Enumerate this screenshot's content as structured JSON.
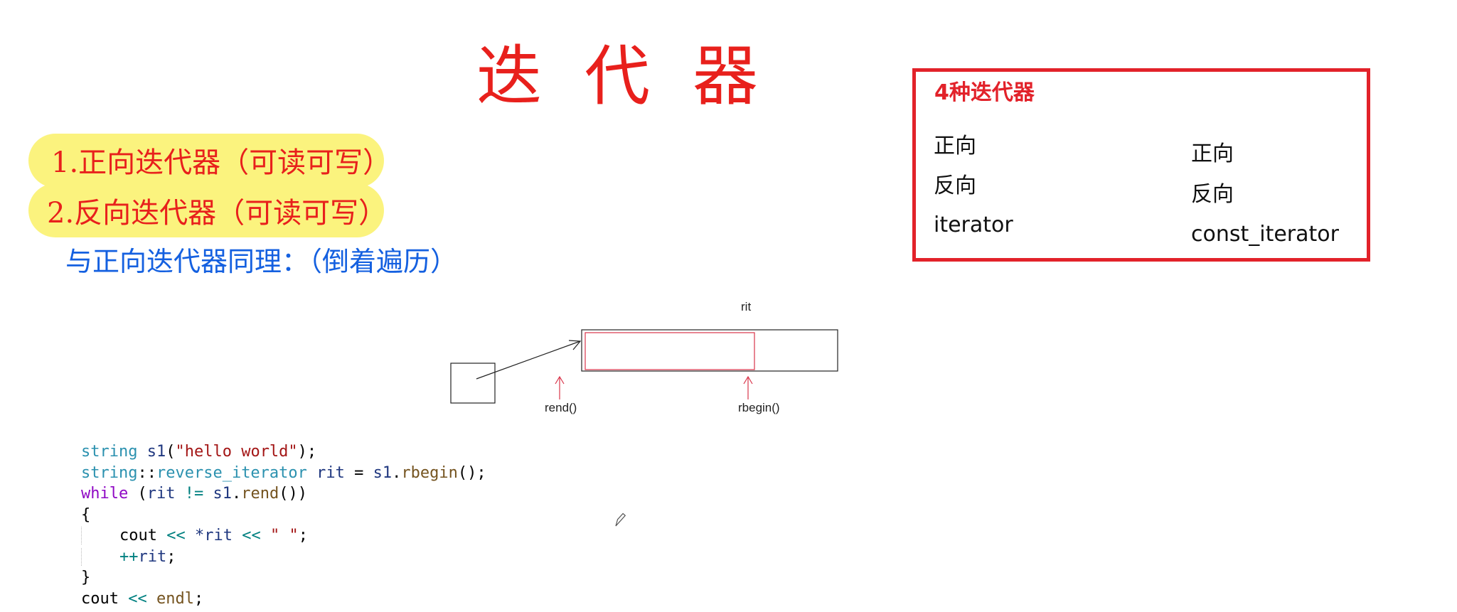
{
  "title": "迭代器",
  "notes": {
    "item1": "1.正向迭代器（可读可写）",
    "item2": "2.反向迭代器（可读可写）",
    "item3": "与正向迭代器同理：（倒着遍历）"
  },
  "iterator_box": {
    "heading": "4种迭代器",
    "left": [
      "正向",
      "反向",
      "iterator"
    ],
    "right": [
      "正向",
      "反向",
      "const_iterator"
    ]
  },
  "diagram": {
    "label_top": "rit",
    "label_rend": "rend()",
    "label_rbegin": "rbegin()"
  },
  "code": {
    "line1": {
      "type": "string",
      "var": "s1",
      "str": "\"hello world\""
    },
    "line2": {
      "type": "string",
      "sep": "::",
      "type2": "reverse_iterator",
      "var": "rit",
      "obj": "s1",
      "fn": "rbegin"
    },
    "line3": {
      "kw": "while",
      "var": "rit",
      "op": "!=",
      "obj": "s1",
      "fn": "rend"
    },
    "line5": {
      "obj": "cout",
      "op": "<<",
      "var": "*rit",
      "str": "\" \""
    },
    "line6": {
      "op": "++",
      "var": "rit"
    },
    "line8": {
      "obj": "cout",
      "op": "<<",
      "fn": "endl"
    }
  },
  "colors": {
    "accent_red": "#e8201c",
    "highlight": "#fbf37e",
    "note_blue": "#1460e0",
    "code_type": "#2b91af",
    "code_keyword": "#8f08c4",
    "code_string": "#a31515"
  }
}
